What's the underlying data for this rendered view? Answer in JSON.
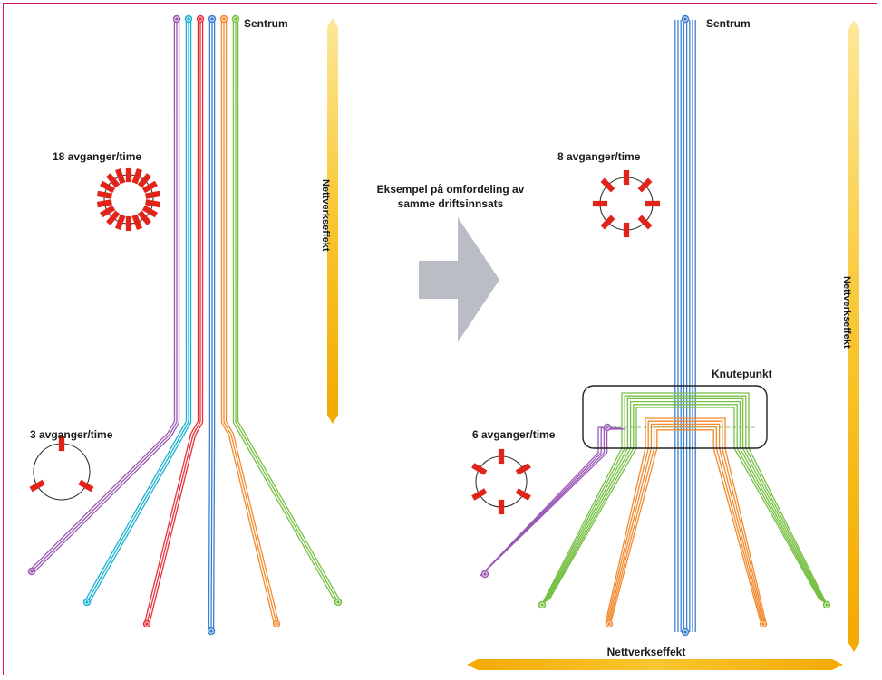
{
  "labels": {
    "left_center": "Sentrum",
    "right_center": "Sentrum",
    "left_high_freq": "18 avganger/time",
    "left_low_freq": "3 avganger/time",
    "right_high_freq": "8 avganger/time",
    "right_low_freq": "6 avganger/time",
    "arrow_caption_line1": "Eksempel på omfordeling av",
    "arrow_caption_line2": "samme driftsinnsats",
    "knot": "Knutepunkt",
    "left_network_effect": "Nettverkseffekt",
    "right_network_effect": "Nettverkseffekt",
    "bottom_network_effect": "Nettverkseffekt"
  },
  "frequency_clocks": {
    "left_high": 18,
    "left_low": 3,
    "right_high": 8,
    "right_low": 6
  },
  "colors": {
    "frame": "#d4146a",
    "purple": "#9b59b6",
    "cyan": "#1ab1d3",
    "red": "#e8303a",
    "blue": "#3c7fd1",
    "orange": "#f28a2e",
    "green": "#77c043",
    "tick": "#e2231a",
    "arrow": "#b9bec4",
    "effect": "#f6c12a"
  },
  "left_lines": [
    "purple",
    "cyan",
    "red",
    "blue",
    "orange",
    "green"
  ],
  "right_branches": [
    "purple",
    "green",
    "orange",
    "blue",
    "orange",
    "green"
  ]
}
